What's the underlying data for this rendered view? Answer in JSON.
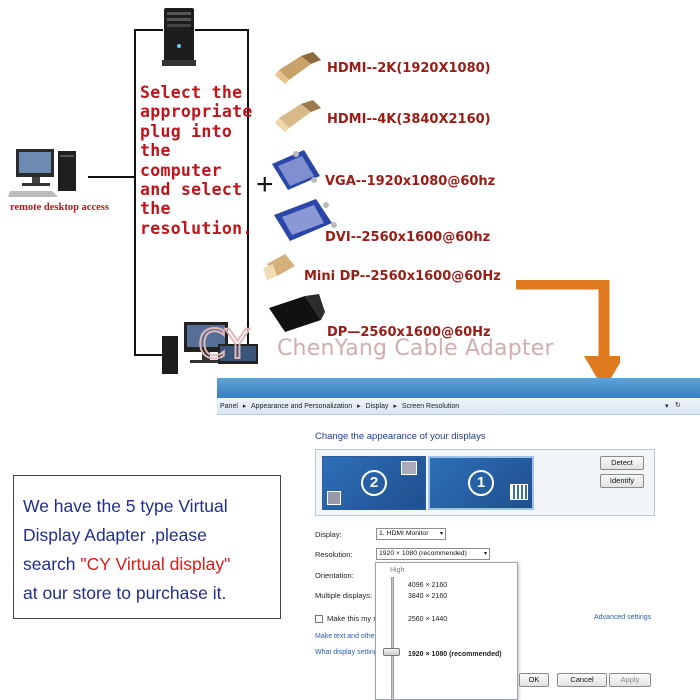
{
  "diagram": {
    "instruction_lines": [
      "Select the",
      "appropriate",
      "plug into",
      "the",
      "computer",
      "and select",
      "the",
      "resolution."
    ],
    "remote_label": "remote desktop access",
    "plus_sign": "+",
    "plugs": [
      {
        "name": "hdmi-2k",
        "label": "HDMI--2K(1920X1080)"
      },
      {
        "name": "hdmi-4k",
        "label": "HDMI--4K(3840X2160)"
      },
      {
        "name": "vga",
        "label": "VGA--1920x1080@60hz"
      },
      {
        "name": "dvi",
        "label": "DVI--2560x1600@60hz"
      },
      {
        "name": "mini-dp",
        "label": "Mini DP--2560x1600@60Hz"
      },
      {
        "name": "dp",
        "label": "DP—2560x1600@60Hz"
      }
    ],
    "watermark_logo": "CY",
    "watermark_text": "ChenYang Cable Adapter",
    "colors": {
      "instruction": "#c0141c",
      "plug_label": "#9b1c14",
      "arrow": "#e07a1f"
    }
  },
  "dialog": {
    "breadcrumb": [
      "Panel",
      "▸",
      "Appearance and Personalization",
      "▸",
      "Display",
      "▸",
      "Screen Resolution"
    ],
    "title": "Change the appearance of your displays",
    "monitor_numbers": [
      "2",
      "1"
    ],
    "detect_label": "Detect",
    "identify_label": "Identify",
    "display_label": "Display:",
    "display_value": "1. HDMI Monitor",
    "resolution_label": "Resolution:",
    "resolution_value": "1920 × 1080 (recommended)",
    "orientation_label": "Orientation:",
    "multiple_label": "Multiple displays:",
    "make_main_label": "Make this my ma",
    "advanced_link": "Advanced settings",
    "make_text_link": "Make text and other",
    "what_display_link": "What display setting",
    "dropdown": {
      "high_label": "High",
      "options": [
        "4096 × 2160",
        "3840 × 2160",
        "2560 × 1440",
        "1920 × 1080 (recommended)"
      ]
    },
    "ok_label": "OK",
    "cancel_label": "Cancel",
    "apply_label": "Apply"
  },
  "promo": {
    "line1": "We have the 5 type Virtual",
    "line2": "Display Adapter ,please",
    "line3_prefix": "search ",
    "line3_highlight": "\"CY Virtual display\"",
    "line4": "at our store to purchase it.",
    "highlight_color": "#e01b1b"
  }
}
